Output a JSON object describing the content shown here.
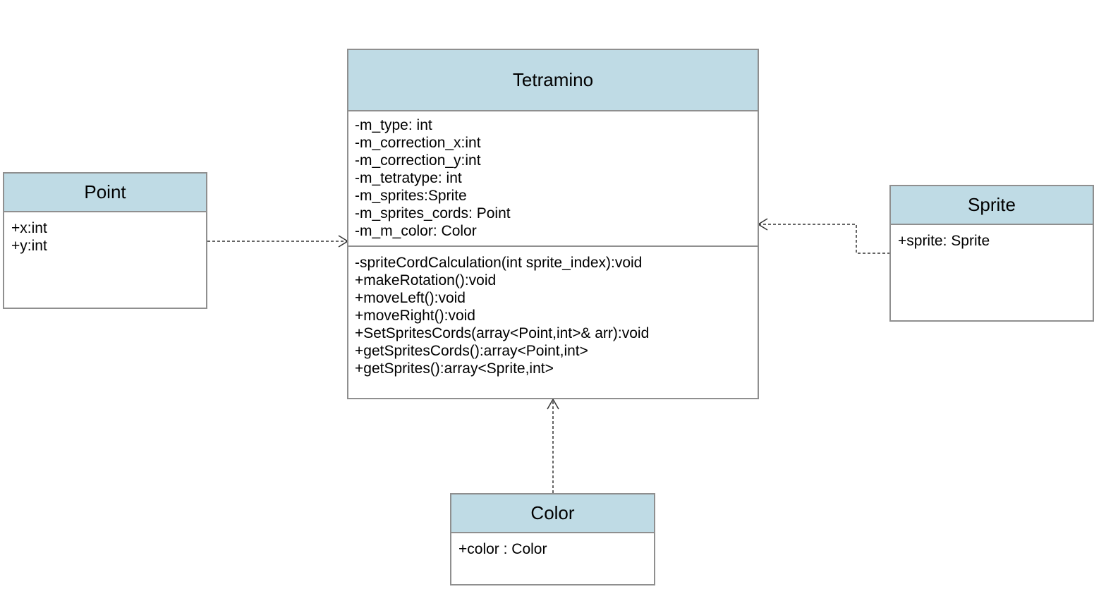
{
  "classes": {
    "tetramino": {
      "name": "Tetramino",
      "attributes": [
        "-m_type: int",
        "-m_correction_x:int",
        "-m_correction_y:int",
        "-m_tetratype: int",
        "-m_sprites:Sprite",
        "-m_sprites_cords: Point",
        "-m_m_color: Color"
      ],
      "methods": [
        "-spriteCordCalculation(int sprite_index):void",
        "+makeRotation():void",
        "+moveLeft():void",
        "+moveRight():void",
        "+SetSpritesCords(array<Point,int>& arr):void",
        "+getSpritesCords():array<Point,int>",
        "+getSprites():array<Sprite,int>"
      ]
    },
    "point": {
      "name": "Point",
      "attributes": [
        "+x:int",
        "+y:int"
      ]
    },
    "sprite": {
      "name": "Sprite",
      "attributes": [
        "+sprite: Sprite"
      ]
    },
    "color": {
      "name": "Color",
      "attributes": [
        "+color : Color"
      ]
    }
  },
  "colors": {
    "header_fill": "#bfdbe5",
    "border": "#8f8f8f",
    "connector": "#333333"
  }
}
